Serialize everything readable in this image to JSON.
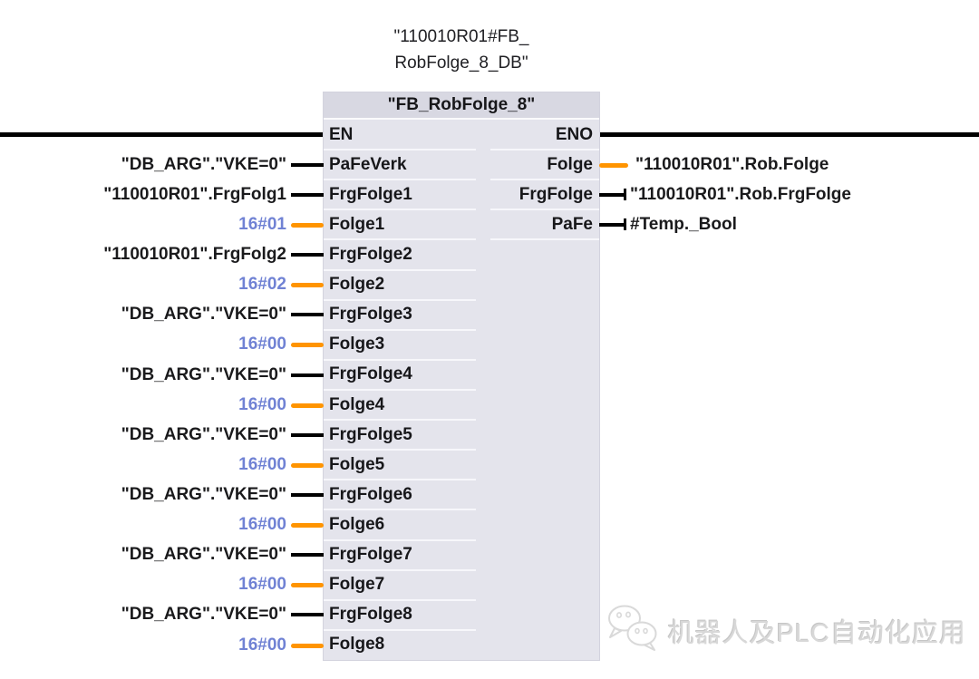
{
  "header": {
    "db_name_line1": "\"110010R01#FB_",
    "db_name_line2": "RobFolge_8_DB\""
  },
  "block": {
    "title": "\"FB_RobFolge_8\"",
    "en_label": "EN",
    "eno_label": "ENO"
  },
  "inputs": [
    {
      "operand": "\"DB_ARG\".\"VKE=0\"",
      "param": "PaFeVerk",
      "wire": "bool"
    },
    {
      "operand": "\"110010R01\".FrgFolg1",
      "param": "FrgFolge1",
      "wire": "bool"
    },
    {
      "operand": "16#01",
      "param": "Folge1",
      "wire": "byte"
    },
    {
      "operand": "\"110010R01\".FrgFolg2",
      "param": "FrgFolge2",
      "wire": "bool"
    },
    {
      "operand": "16#02",
      "param": "Folge2",
      "wire": "byte"
    },
    {
      "operand": "\"DB_ARG\".\"VKE=0\"",
      "param": "FrgFolge3",
      "wire": "bool"
    },
    {
      "operand": "16#00",
      "param": "Folge3",
      "wire": "byte"
    },
    {
      "operand": "\"DB_ARG\".\"VKE=0\"",
      "param": "FrgFolge4",
      "wire": "bool"
    },
    {
      "operand": "16#00",
      "param": "Folge4",
      "wire": "byte"
    },
    {
      "operand": "\"DB_ARG\".\"VKE=0\"",
      "param": "FrgFolge5",
      "wire": "bool"
    },
    {
      "operand": "16#00",
      "param": "Folge5",
      "wire": "byte"
    },
    {
      "operand": "\"DB_ARG\".\"VKE=0\"",
      "param": "FrgFolge6",
      "wire": "bool"
    },
    {
      "operand": "16#00",
      "param": "Folge6",
      "wire": "byte"
    },
    {
      "operand": "\"DB_ARG\".\"VKE=0\"",
      "param": "FrgFolge7",
      "wire": "bool"
    },
    {
      "operand": "16#00",
      "param": "Folge7",
      "wire": "byte"
    },
    {
      "operand": "\"DB_ARG\".\"VKE=0\"",
      "param": "FrgFolge8",
      "wire": "bool"
    },
    {
      "operand": "16#00",
      "param": "Folge8",
      "wire": "byte"
    }
  ],
  "outputs": [
    {
      "param": "Folge",
      "operand": "\"110010R01\".Rob.Folge",
      "wire": "byte",
      "terminator": false
    },
    {
      "param": "FrgFolge",
      "operand": "\"110010R01\".Rob.FrgFolge",
      "wire": "bool",
      "terminator": true
    },
    {
      "param": "PaFe",
      "operand": "#Temp._Bool",
      "wire": "bool",
      "terminator": true
    }
  ],
  "colors": {
    "wire_bool": "#000000",
    "wire_byte": "#ff9400",
    "value_text": "#7082d4",
    "block_bg": "#e4e4ec",
    "title_bg": "#d8d8e2"
  },
  "watermark": {
    "text": "机器人及PLC自动化应用",
    "icon": "wechat-icon"
  }
}
